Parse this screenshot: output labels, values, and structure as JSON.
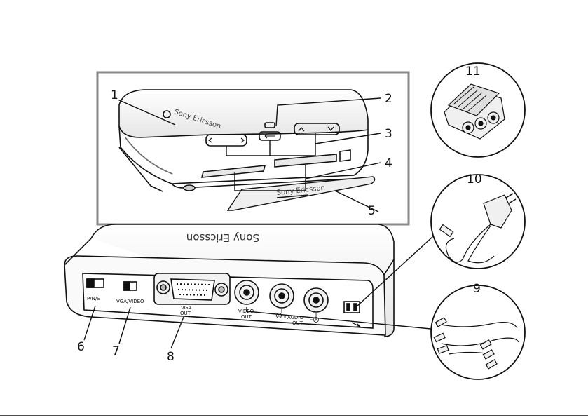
{
  "callouts": {
    "c1": "1",
    "c2": "2",
    "c3": "3",
    "c4": "4",
    "c5": "5",
    "c6": "6",
    "c7": "7",
    "c8": "8",
    "c9": "9",
    "c10": "10",
    "c11": "11"
  },
  "port_labels": {
    "pns": "P/N/S",
    "vga_video": "VGA/VIDEO",
    "vga_out_1": "VGA",
    "vga_out_2": "OUT",
    "video_out_1": "VIDEO",
    "video_out_2": "OUT",
    "audio_out_1": "AUDIO",
    "audio_out_2": "OUT",
    "audio_left": "L",
    "audio_right": "R"
  },
  "branding": {
    "top_view": "Sony Ericsson",
    "cover": "Sony Ericsson",
    "rear_view": "Sony Ericsson"
  },
  "colors": {
    "line": "#111111",
    "frame": "#8a8a8a",
    "shade": "#d9d9d9"
  }
}
